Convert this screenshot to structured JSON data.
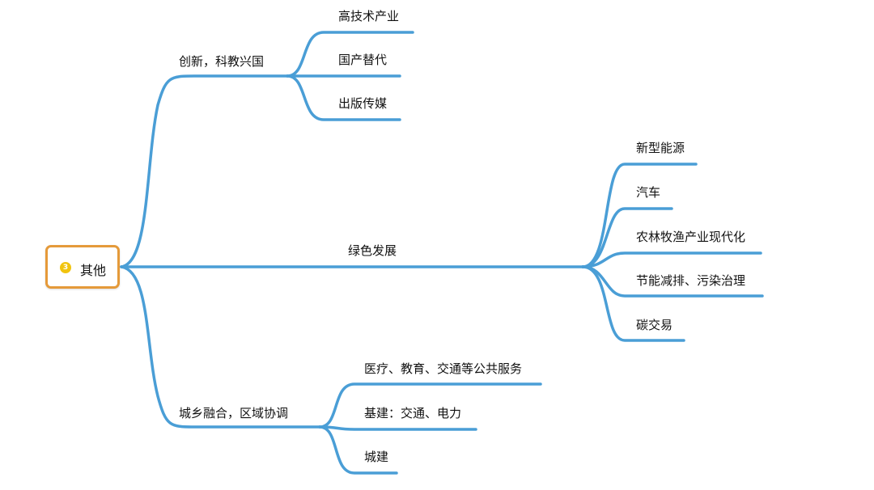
{
  "colors": {
    "edge": "#4a9ed6",
    "root_border": "#e59a3a",
    "badge": "#f1c40f"
  },
  "root": {
    "badge_icon": "number-3-icon",
    "badge_text": "3",
    "label": "其他"
  },
  "branches": [
    {
      "label": "创新，科教兴国",
      "children": [
        "高技术产业",
        "国产替代",
        "出版传媒"
      ]
    },
    {
      "label": "绿色发展",
      "children": [
        "新型能源",
        "汽车",
        "农林牧渔产业现代化",
        "节能减排、污染治理",
        "碳交易"
      ]
    },
    {
      "label": "城乡融合，区域协调",
      "children": [
        "医疗、教育、交通等公共服务",
        "基建：交通、电力",
        "城建"
      ]
    }
  ]
}
